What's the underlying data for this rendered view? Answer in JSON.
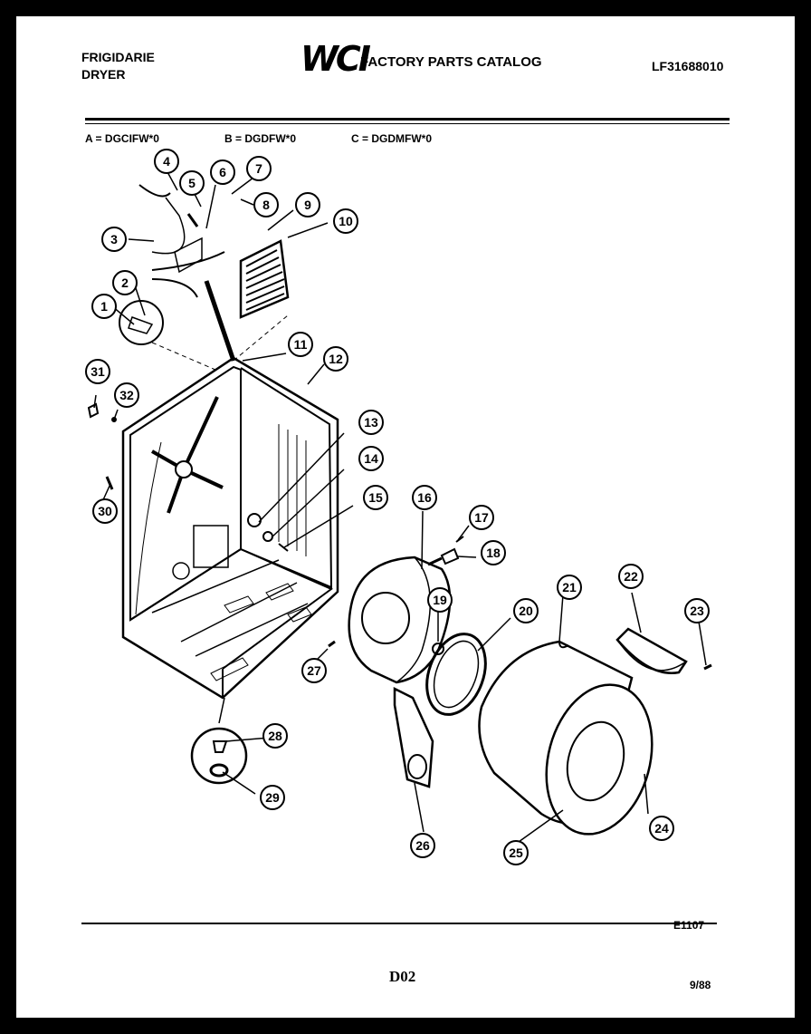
{
  "header": {
    "brand": "FRIGIDARIE",
    "product": "DRYER",
    "logo": "WCI",
    "catalog_title": "FACTORY PARTS CATALOG",
    "model_number": "LF31688010"
  },
  "models": [
    "A = DGCIFW*0",
    "B = DGDFW*0",
    "C = DGDMFW*0"
  ],
  "callouts": [
    "1",
    "2",
    "3",
    "4",
    "5",
    "6",
    "7",
    "8",
    "9",
    "10",
    "11",
    "12",
    "13",
    "14",
    "15",
    "16",
    "17",
    "18",
    "19",
    "20",
    "21",
    "22",
    "23",
    "24",
    "25",
    "26",
    "27",
    "28",
    "29",
    "30",
    "31",
    "32"
  ],
  "footer": {
    "diagram_code": "E1107",
    "page_code": "D02",
    "date_code": "9/88"
  }
}
